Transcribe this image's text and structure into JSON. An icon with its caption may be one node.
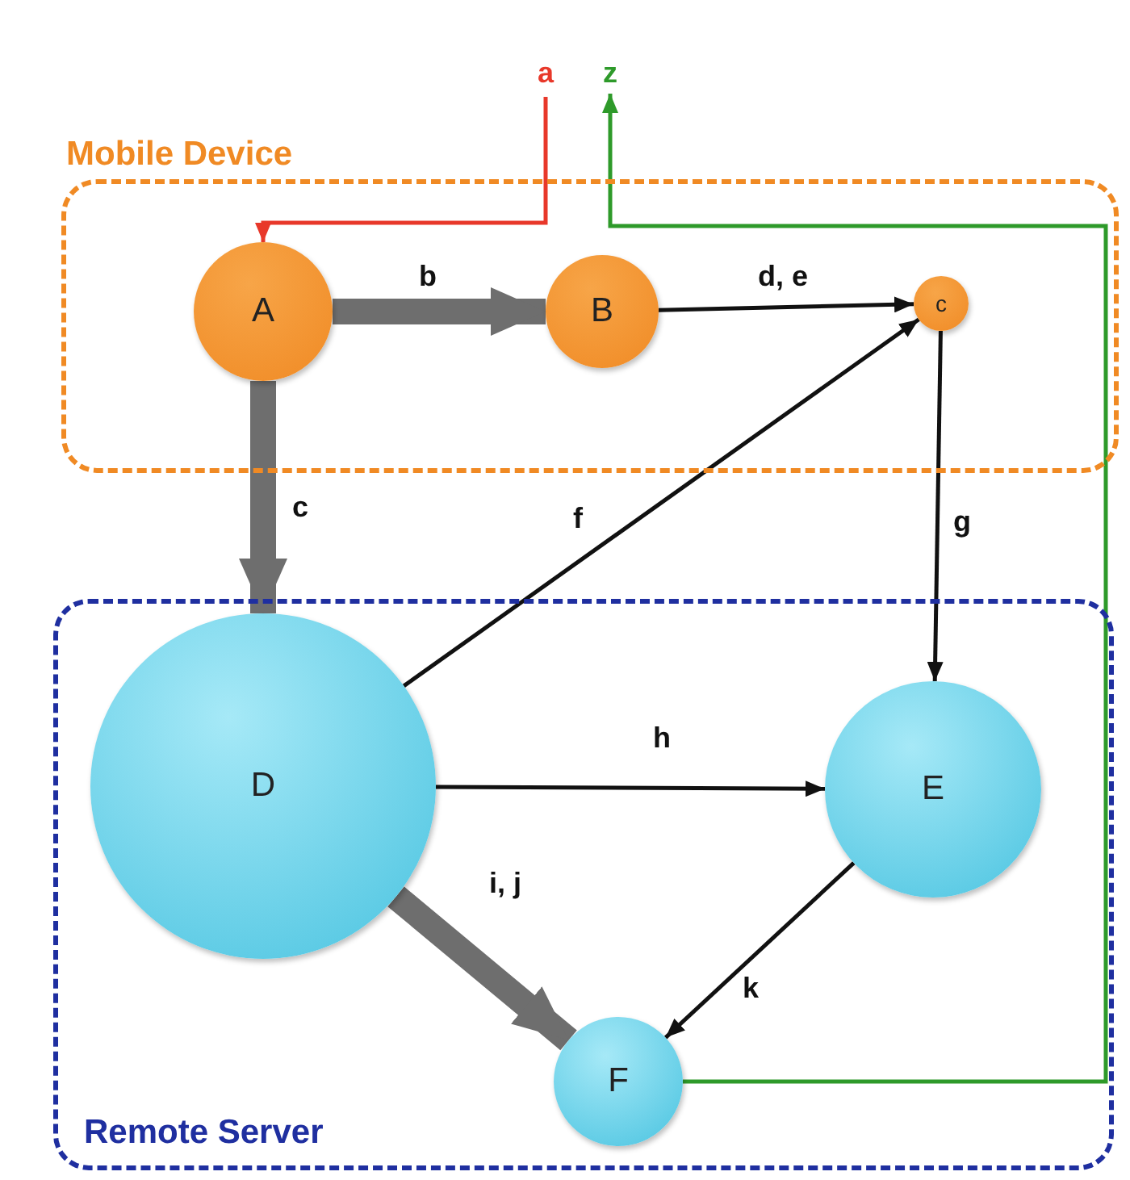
{
  "diagram": {
    "nodes": [
      {
        "text": [
          "Mobile Device"
        ]
      },
      {
        "text": [
          "A"
        ],
        "in": 0
      },
      {
        "text": [
          "B"
        ],
        "in": 0
      },
      {
        "text": [
          "c"
        ],
        "in": 0
      },
      {
        "text": [
          "Remote Server"
        ]
      },
      {
        "text": [
          "D"
        ],
        "in": 4
      },
      {
        "text": [
          "E"
        ],
        "in": 4
      },
      {
        "text": [
          "F"
        ],
        "in": 4
      }
    ],
    "edges": [
      {
        "from": null,
        "to": 1,
        "arrow": "to",
        "label": "a",
        "color": "#e8382a"
      },
      {
        "from": 7,
        "to": null,
        "arrow": "to",
        "label": "z",
        "color": "#2e9a2a"
      },
      {
        "from": 1,
        "to": 2,
        "arrow": "to",
        "label": "b",
        "style": "thick",
        "color": "#6e6e6e"
      },
      {
        "from": 2,
        "to": 3,
        "arrow": "to",
        "label": "d, e"
      },
      {
        "from": 1,
        "to": 5,
        "arrow": "to",
        "label": "c",
        "style": "thick",
        "color": "#6e6e6e"
      },
      {
        "from": 5,
        "to": 3,
        "arrow": "to",
        "label": "f"
      },
      {
        "from": 3,
        "to": 6,
        "arrow": "to",
        "label": "g"
      },
      {
        "from": 5,
        "to": 6,
        "arrow": "to",
        "label": "h"
      },
      {
        "from": 5,
        "to": 7,
        "arrow": "to",
        "label": "i, j",
        "style": "thick",
        "color": "#6e6e6e"
      },
      {
        "from": 6,
        "to": 7,
        "arrow": "to",
        "label": "k"
      }
    ]
  }
}
